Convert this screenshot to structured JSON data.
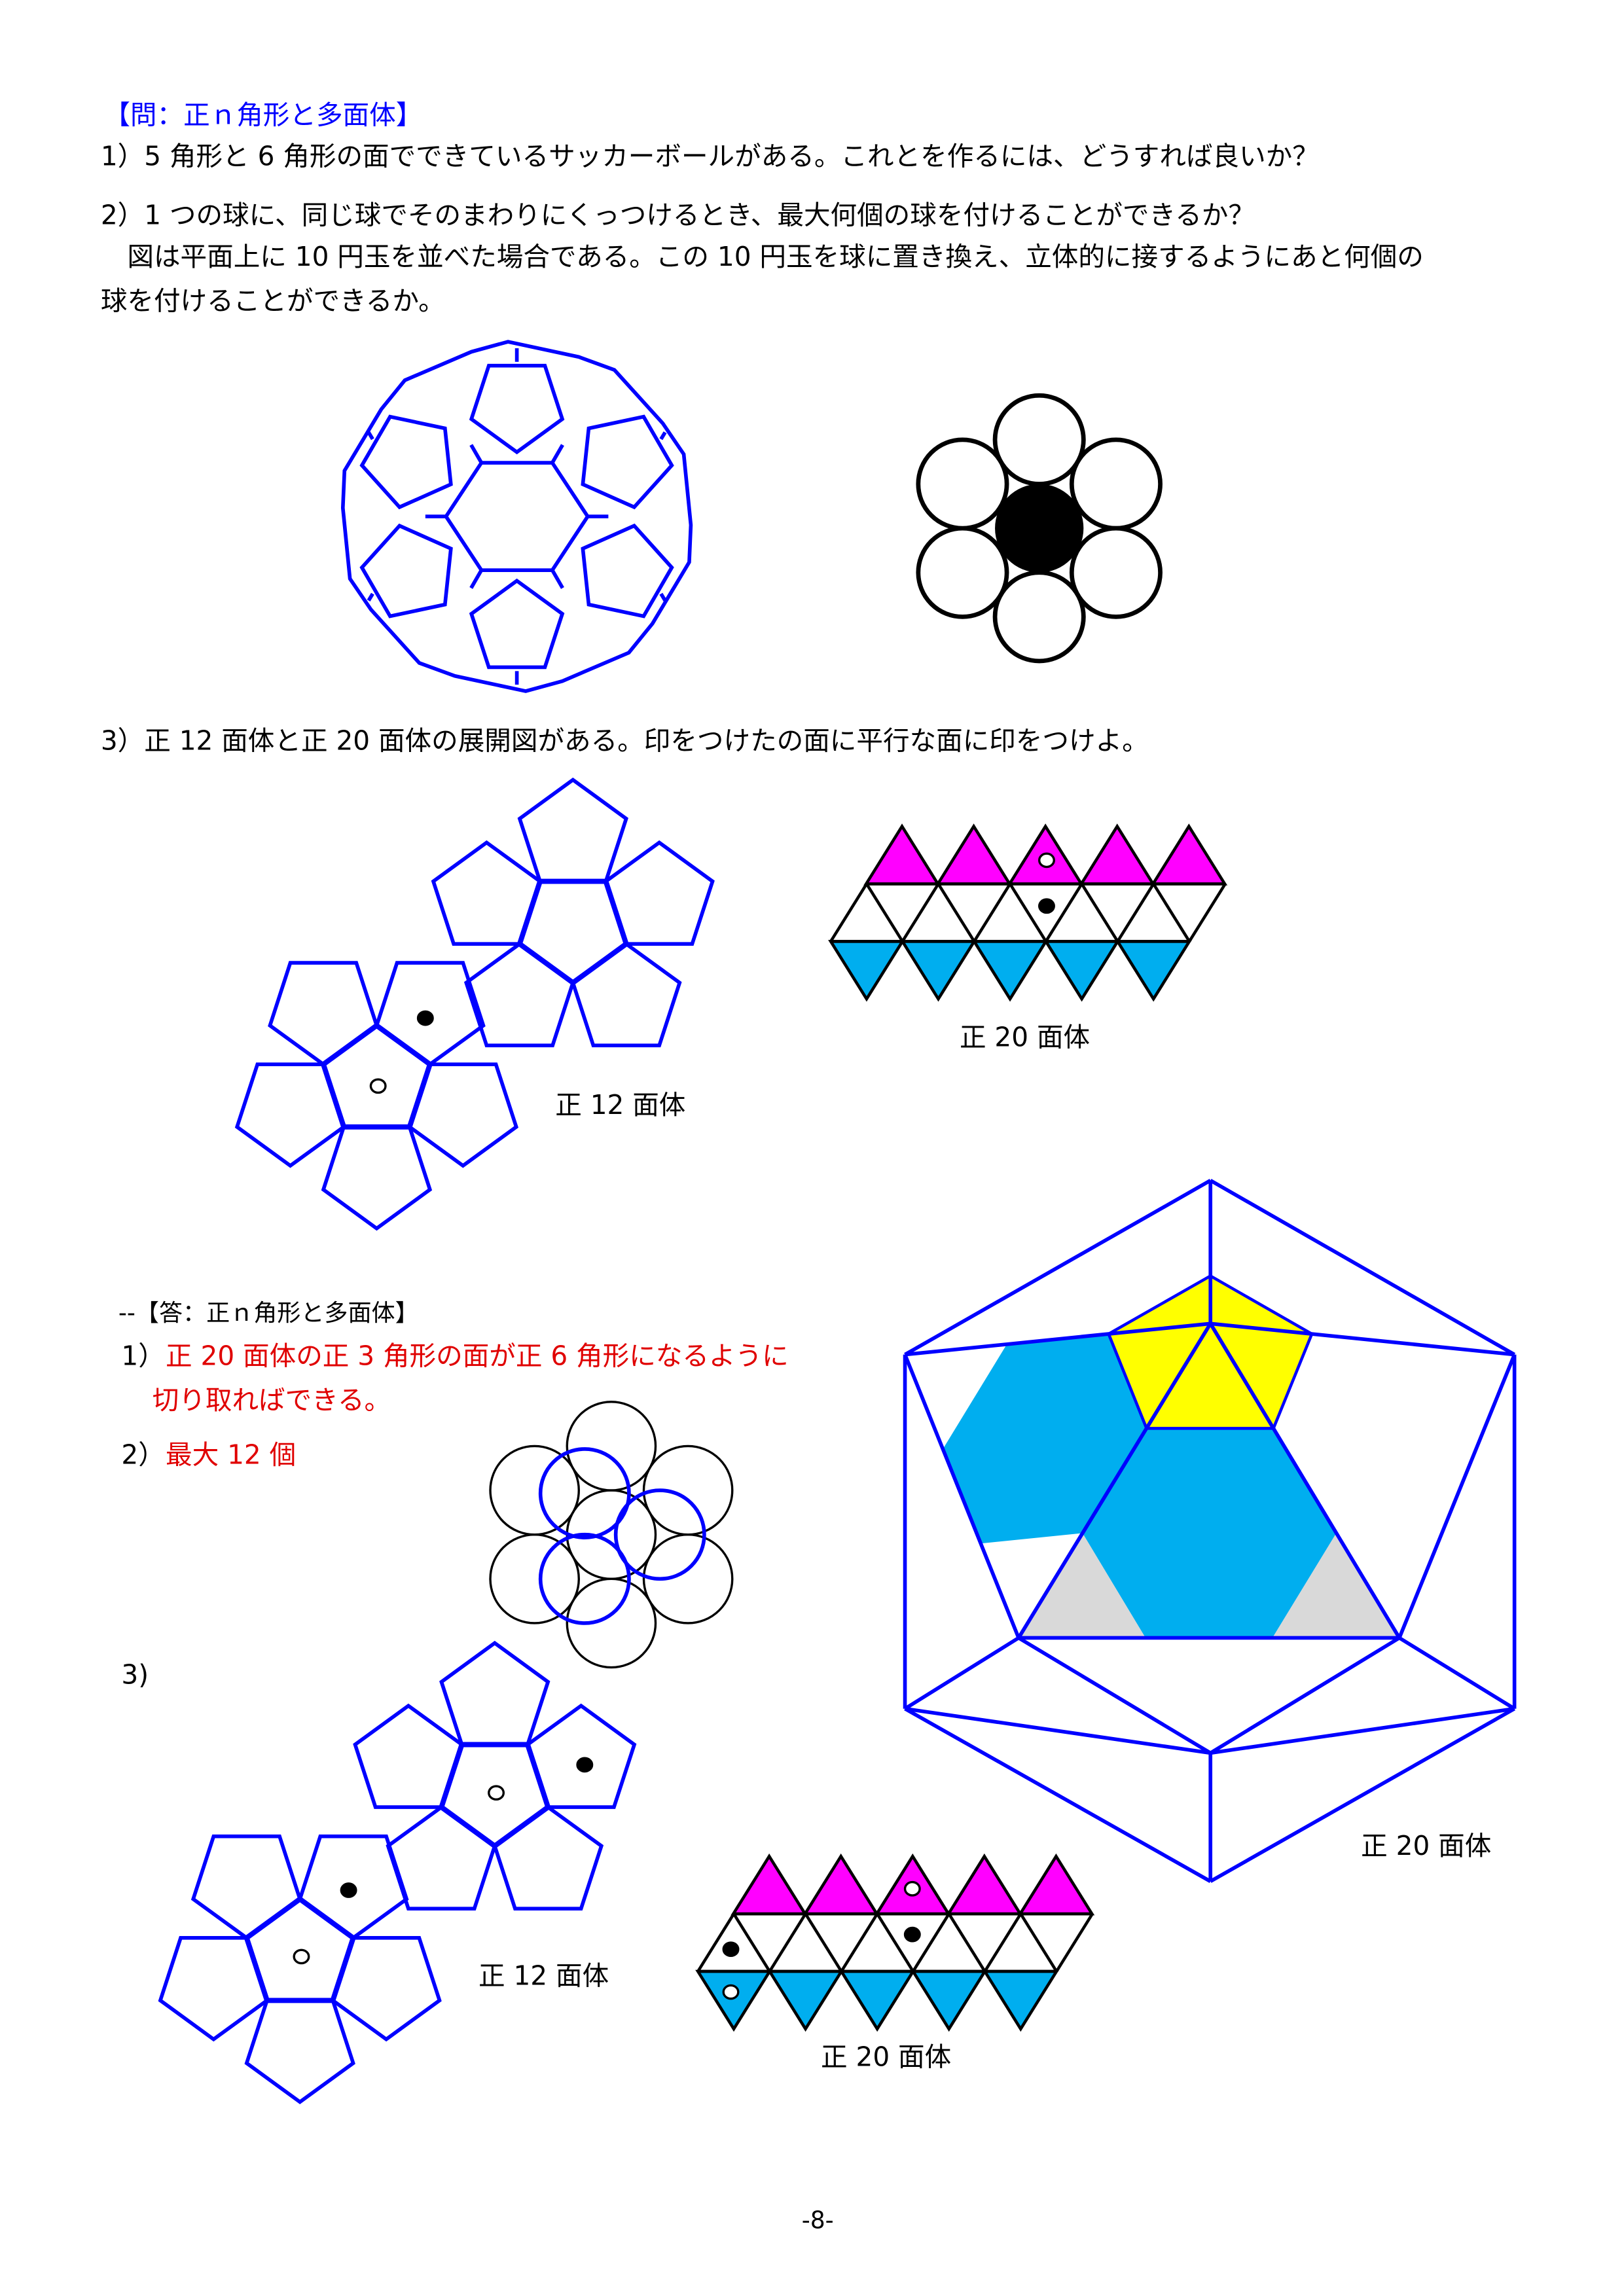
{
  "question": {
    "title": "【問：正ｎ角形と多面体】",
    "q1": "1）5 角形と 6 角形の面でできているサッカーボールがある。これとを作るには、どうすれば良いか？",
    "q2_line1": "2）1 つの球に、同じ球でそのまわりにくっつけるとき、最大何個の球を付けることができるか？",
    "q2_line2": "　図は平面上に 10 円玉を並べた場合である。この 10 円玉を球に置き換え、立体的に接するようにあと何個の",
    "q2_line3": "球を付けることができるか。",
    "q3": "3）正 12 面体と正 20 面体の展開図がある。印をつけたの面に平行な面に印をつけよ。",
    "label_dodeca": "正 12 面体",
    "label_icosa": "正 20 面体"
  },
  "answer": {
    "title": "--【答：正ｎ角形と多面体】",
    "a1_num": "1）",
    "a1_line1": "正 20 面体の正 3 角形の面が正 6 角形になるように",
    "a1_line2": "切り取ればできる。",
    "a2_num": "2）",
    "a2_text": "最大 12 個",
    "a3_num": "3)",
    "label_dodeca": "正 12 面体",
    "label_icosa_net": "正 20 面体",
    "label_icosa_big": "正 20 面体"
  },
  "footer": {
    "page": "-8-"
  },
  "colors": {
    "blue": "#0000ff",
    "red": "#e00000",
    "magenta": "#ff00ff",
    "cyan": "#00aeef",
    "yellow": "#ffff00",
    "gray": "#d9d9d9"
  }
}
